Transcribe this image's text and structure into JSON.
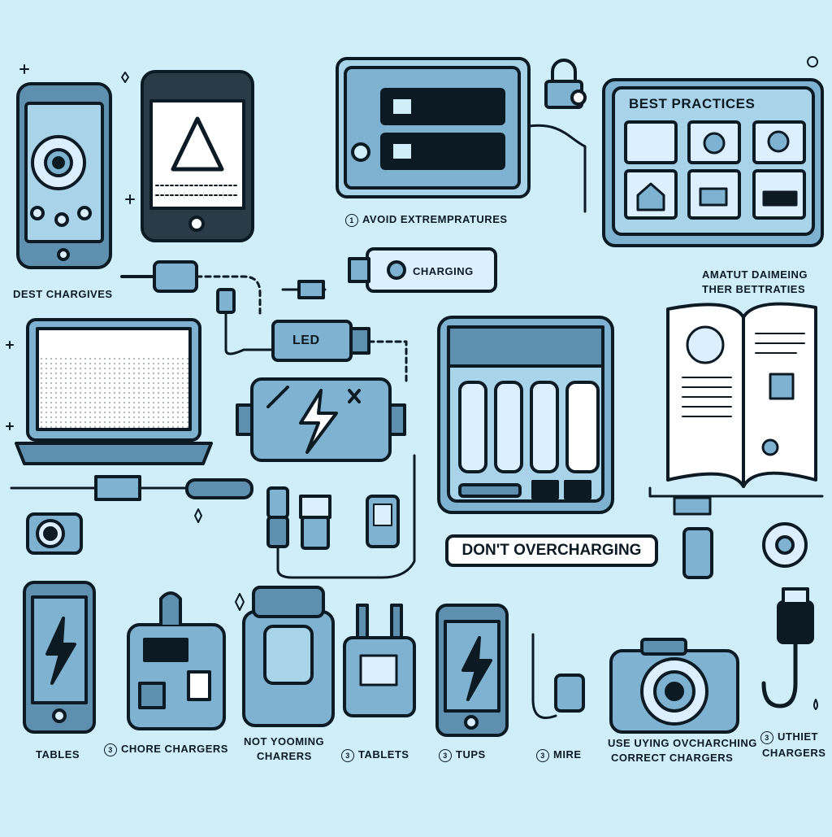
{
  "labels": {
    "best_practices": "BEST PRACTICES",
    "avoid_extreme": "AVOID EXTREMPRATURES",
    "best_chargers": "DEST CHARGIVES",
    "charging": "CHARGING",
    "led": "LED",
    "manual_line1": "AMATUT DAIMEING",
    "manual_line2": "THER BETTRATIES",
    "dont_overcharging": "DON'T OVERCHARGING",
    "tables": "TABLES",
    "chore_chargers": "CHORE CHARGERS",
    "not_yooming_line1": "NOT YOOMING",
    "not_yooming_line2": "CHARERS",
    "tablets": "TABLETS",
    "tips": "TUPS",
    "mire": "MIRE",
    "use_line1": "USE UYING OVCHARCHING",
    "use_line2": "CORRECT CHARGERS",
    "uthiet_line1": "UTHIET",
    "uthiet_line2": "CHARGERS"
  },
  "colors": {
    "background": "#cfeefa",
    "outline": "#0c1a24",
    "device_fill": "#7fb2d0",
    "panel_fill": "#a9d3e8",
    "screen_white": "#ffffff"
  },
  "icons": [
    "smartphone-icon",
    "phone-warning-icon",
    "battery-pack-icon",
    "lock-icon",
    "best-practices-board-icon",
    "laptop-icon",
    "battery-bolt-icon",
    "battery-charger-icon",
    "manual-book-icon",
    "usb-cable-icon",
    "tablet-bolt-icon",
    "charger-brick-icon",
    "wall-plug-icon",
    "phone-bolt-icon",
    "camera-icon",
    "usb-plug-icon"
  ]
}
